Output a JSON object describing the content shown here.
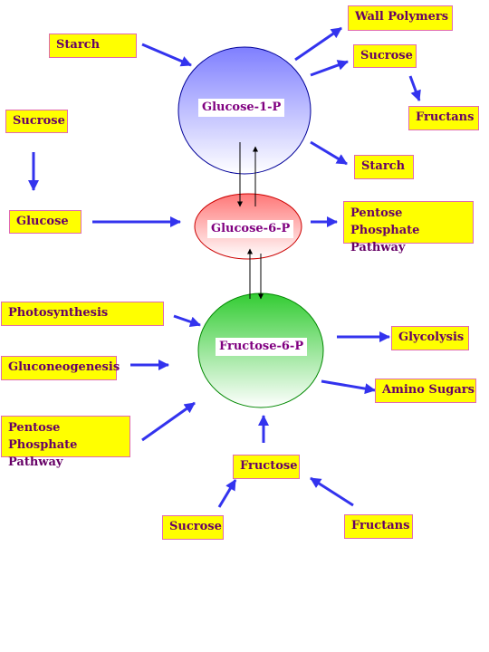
{
  "nodes": {
    "glucose1p": "Glucose-1-P",
    "glucose6p": "Glucose-6-P",
    "fructose6p": "Fructose-6-P"
  },
  "labels": {
    "starch_in": "Starch",
    "sucrose_left": "Sucrose",
    "glucose": "Glucose",
    "wall_polymers": "Wall Polymers",
    "sucrose_right": "Sucrose",
    "fructans_top": "Fructans",
    "starch_out": "Starch",
    "pentose_right": "Pentose Phosphate Pathway",
    "photosynthesis": "Photosynthesis",
    "gluconeogenesis": "Gluconeogenesis",
    "pentose_left": "Pentose Phosphate Pathway",
    "glycolysis": "Glycolysis",
    "amino_sugars": "Amino Sugars",
    "fructose": "Fructose",
    "sucrose_bottom": "Sucrose",
    "fructans_bottom": "Fructans"
  },
  "colors": {
    "box_fill": "#ffff00",
    "box_border": "#e06ab0",
    "text": "#660066",
    "arrow": "#3333ee",
    "glucose1p": "#8080ff",
    "glucose6p": "#ff8080",
    "fructose6p": "#33cc33"
  }
}
